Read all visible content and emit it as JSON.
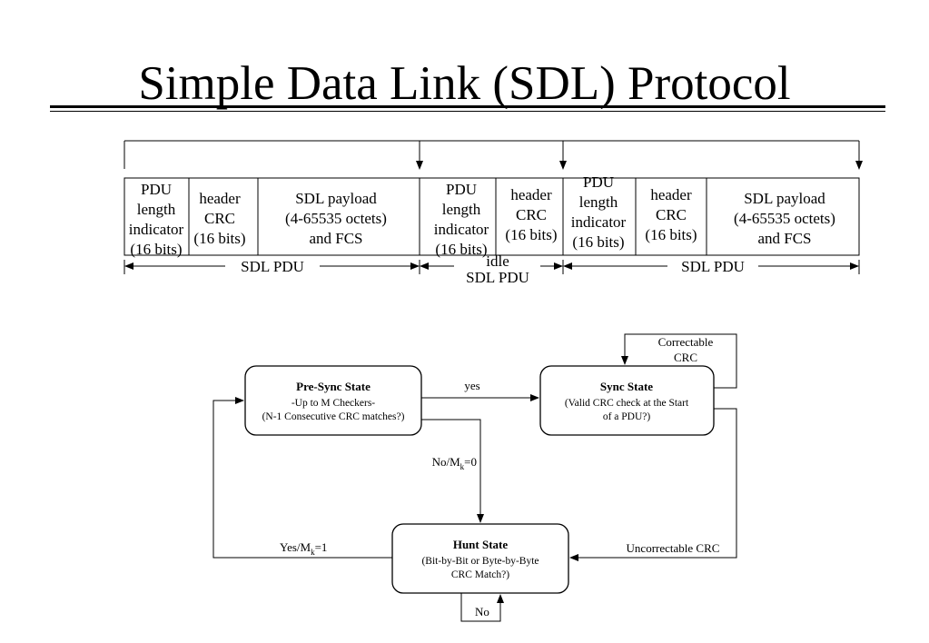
{
  "title": "Simple Data Link (SDL) Protocol",
  "frame": {
    "cells": [
      {
        "lines": [
          "PDU",
          "length",
          "indicator",
          "(16 bits)"
        ]
      },
      {
        "lines": [
          "header",
          "CRC",
          "(16 bits)"
        ]
      },
      {
        "lines": [
          "SDL payload",
          "(4-65535 octets)",
          "and FCS"
        ]
      },
      {
        "lines": [
          "PDU",
          "length",
          "indicator",
          "(16 bits)"
        ]
      },
      {
        "lines": [
          "header",
          "CRC",
          "(16 bits)"
        ]
      },
      {
        "lines": [
          "PDU",
          "length",
          "indicator",
          "(16 bits)"
        ]
      },
      {
        "lines": [
          "header",
          "CRC",
          "(16 bits)"
        ]
      },
      {
        "lines": [
          "SDL payload",
          "(4-65535 octets)",
          "and FCS"
        ]
      }
    ],
    "spans": [
      {
        "lines": [
          "SDL PDU"
        ]
      },
      {
        "lines": [
          "idle",
          "SDL PDU"
        ]
      },
      {
        "lines": [
          "SDL PDU"
        ]
      }
    ]
  },
  "state_machine": {
    "states": [
      {
        "title": "Pre-Sync State",
        "lines": [
          "-Up to M Checkers-",
          "(N-1 Consecutive CRC matches?)"
        ]
      },
      {
        "title": "Sync State",
        "lines": [
          "(Valid CRC check at the Start",
          "of a PDU?)"
        ]
      },
      {
        "title": "Hunt State",
        "lines": [
          "(Bit-by-Bit or Byte-by-Byte",
          "CRC Match?)"
        ]
      }
    ],
    "transitions": [
      {
        "label": "yes"
      },
      {
        "label_lines": [
          "Correctable",
          "CRC"
        ]
      },
      {
        "label": "No/M",
        "sub": "k",
        "suffix": "=0"
      },
      {
        "label": "Yes/M",
        "sub": "k",
        "suffix": "=1"
      },
      {
        "label": "Uncorrectable CRC"
      },
      {
        "label": "No"
      }
    ]
  }
}
